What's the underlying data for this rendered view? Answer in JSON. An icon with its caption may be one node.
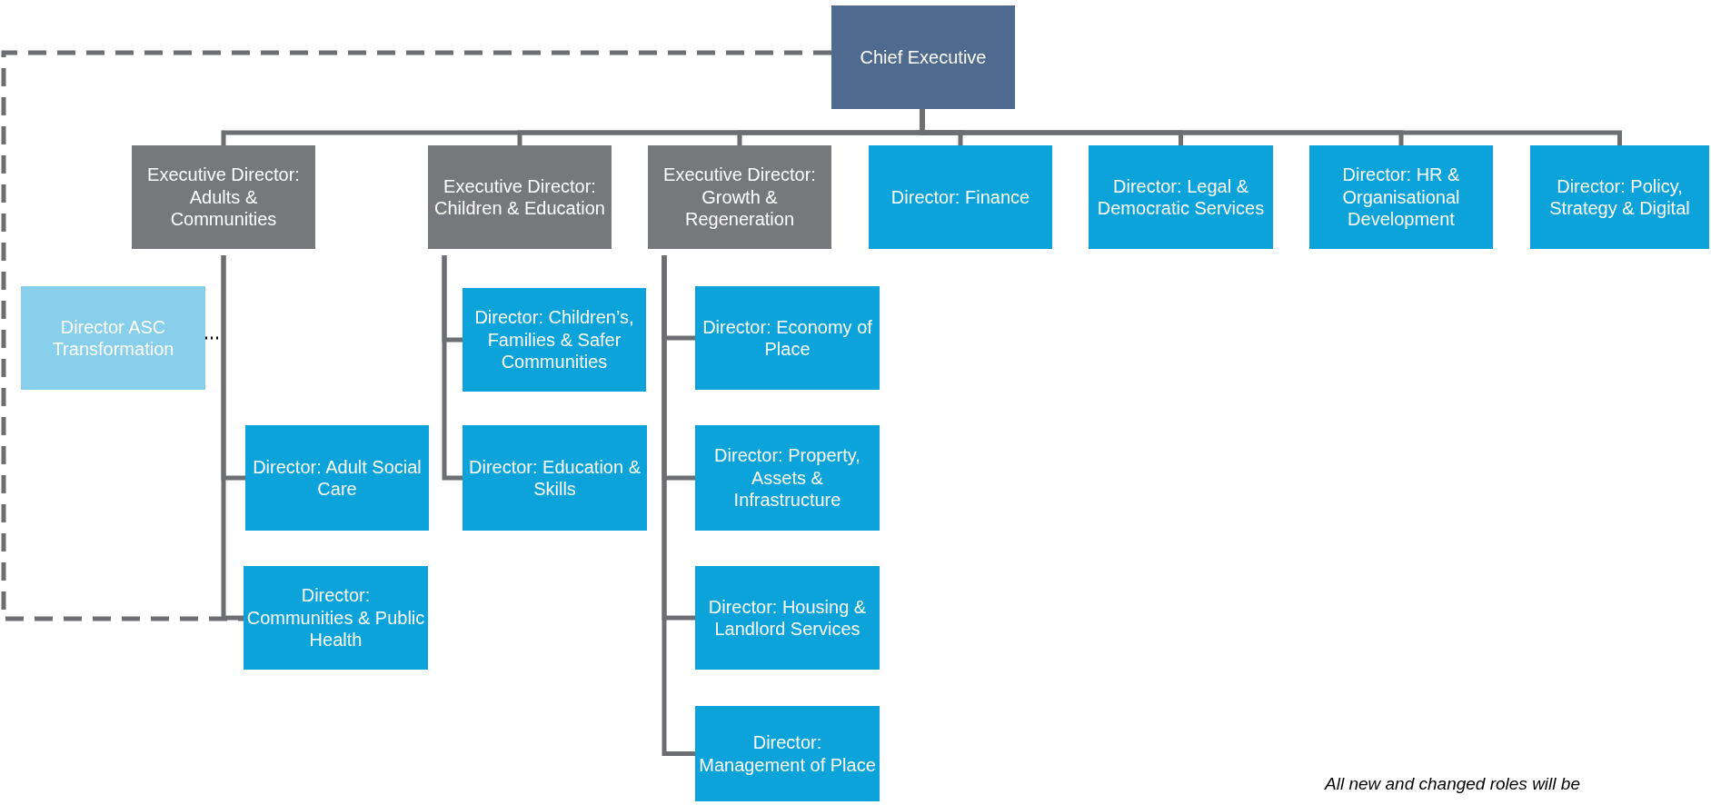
{
  "diagram": {
    "nodes": [
      {
        "text": [
          "Chief Executive"
        ]
      },
      {
        "text": [
          "Executive Director: Adults & Communities"
        ]
      },
      {
        "text": [
          "Executive Director: Children & Education"
        ]
      },
      {
        "text": [
          "Executive Director: Growth & Regeneration"
        ]
      },
      {
        "text": [
          "Director: Finance"
        ]
      },
      {
        "text": [
          "Director: Legal & Democratic Services"
        ]
      },
      {
        "text": [
          "Director: HR & Organisational Development"
        ]
      },
      {
        "text": [
          "Director: Policy, Strategy & Digital"
        ]
      },
      {
        "text": [
          "Director ASC Transformation"
        ]
      },
      {
        "text": [
          "Director: Adult Social Care"
        ]
      },
      {
        "text": [
          "Director: Communities & Public Health"
        ]
      },
      {
        "text": [
          "Director: Children’s, Families & Safer Communities"
        ]
      },
      {
        "text": [
          "Director: Education & Skills"
        ]
      },
      {
        "text": [
          "Director: Economy of Place"
        ]
      },
      {
        "text": [
          "Director: Property, Assets & Infrastructure"
        ]
      },
      {
        "text": [
          "Director: Housing & Landlord Services"
        ]
      },
      {
        "text": [
          "Director: Management of Place"
        ]
      }
    ],
    "edges": [
      {
        "from": 0,
        "to": 1,
        "arrow": "none"
      },
      {
        "from": 0,
        "to": 2,
        "arrow": "none"
      },
      {
        "from": 0,
        "to": 3,
        "arrow": "none"
      },
      {
        "from": 0,
        "to": 4,
        "arrow": "none"
      },
      {
        "from": 0,
        "to": 5,
        "arrow": "none"
      },
      {
        "from": 0,
        "to": 6,
        "arrow": "none"
      },
      {
        "from": 0,
        "to": 7,
        "arrow": "none"
      },
      {
        "from": 8,
        "to": 1,
        "arrow": "none",
        "style": "dashed",
        "color": "#000000"
      },
      {
        "from": 1,
        "to": 9,
        "arrow": "none"
      },
      {
        "from": 1,
        "to": 10,
        "arrow": "none"
      },
      {
        "from": 2,
        "to": 11,
        "arrow": "none"
      },
      {
        "from": 2,
        "to": 12,
        "arrow": "none"
      },
      {
        "from": 3,
        "to": 13,
        "arrow": "none"
      },
      {
        "from": 3,
        "to": 14,
        "arrow": "none"
      },
      {
        "from": 3,
        "to": 15,
        "arrow": "none"
      },
      {
        "from": 3,
        "to": 16,
        "arrow": "none"
      },
      {
        "from": 0,
        "to": 10,
        "arrow": "none",
        "style": "dashed"
      }
    ],
    "labels": [
      "All new and changed roles will be"
    ]
  }
}
